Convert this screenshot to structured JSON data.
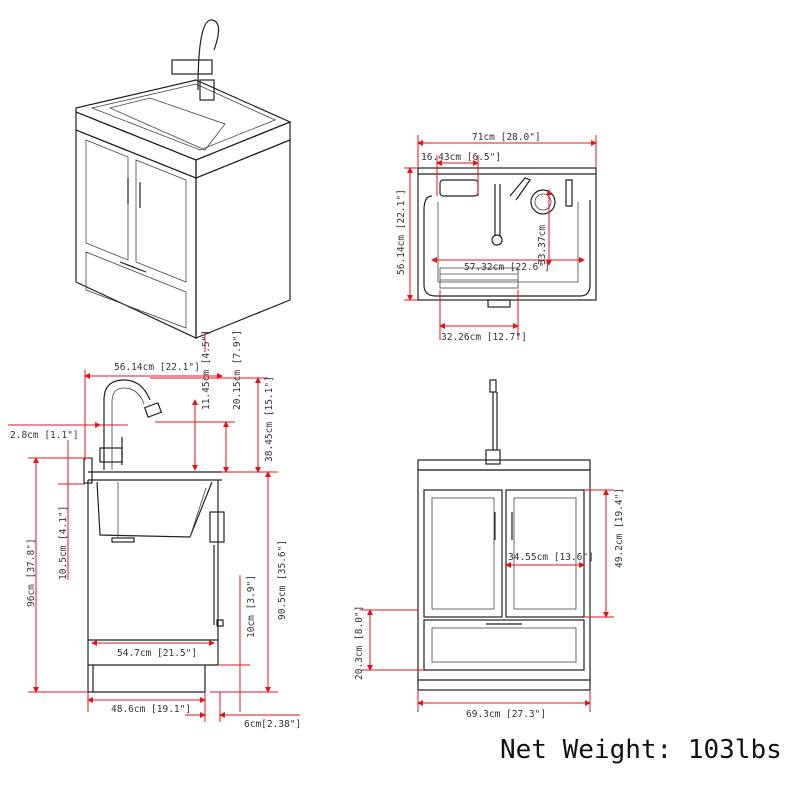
{
  "colors": {
    "dimension_line": "#e0161b",
    "drawing_line": "#222222"
  },
  "top_view": {
    "width": "71cm [28.0\"]",
    "basket_width": "16.43cm [6.5\"]",
    "depth": "56.14cm [22.1\"]",
    "basin_width": "57.32cm [22.6\"]",
    "drain_offset": "33.37cm",
    "washboard_width": "32.26cm [12.7\"]"
  },
  "side_view": {
    "overall_depth": "56.14cm [22.1\"]",
    "faucet_reach": "11.45cm [4.5\"]",
    "faucet_spout_height": "20.15cm [7.9\"]",
    "faucet_height": "38.45cm [15.1\"]",
    "backsplash": "2.8cm [1.1\"]",
    "top_thickness": "10.5cm [4.1\"]",
    "overall_height": "96cm [37.8\"]",
    "counter_height": "90.5cm [35.6\"]",
    "toe_kick_height": "10cm [3.9\"]",
    "inner_depth": "54.7cm [21.5\"]",
    "base_depth": "48.6cm [19.1\"]",
    "toe_kick_depth": "6cm[2.38\"]"
  },
  "front_view": {
    "door_width": "34.55cm [13.6\"]",
    "door_height": "49.2cm [19.4\"]",
    "drawer_height": "20.3cm [8.0\"]",
    "width": "69.3cm [27.3\"]"
  },
  "net_weight": "Net Weight: 103lbs"
}
